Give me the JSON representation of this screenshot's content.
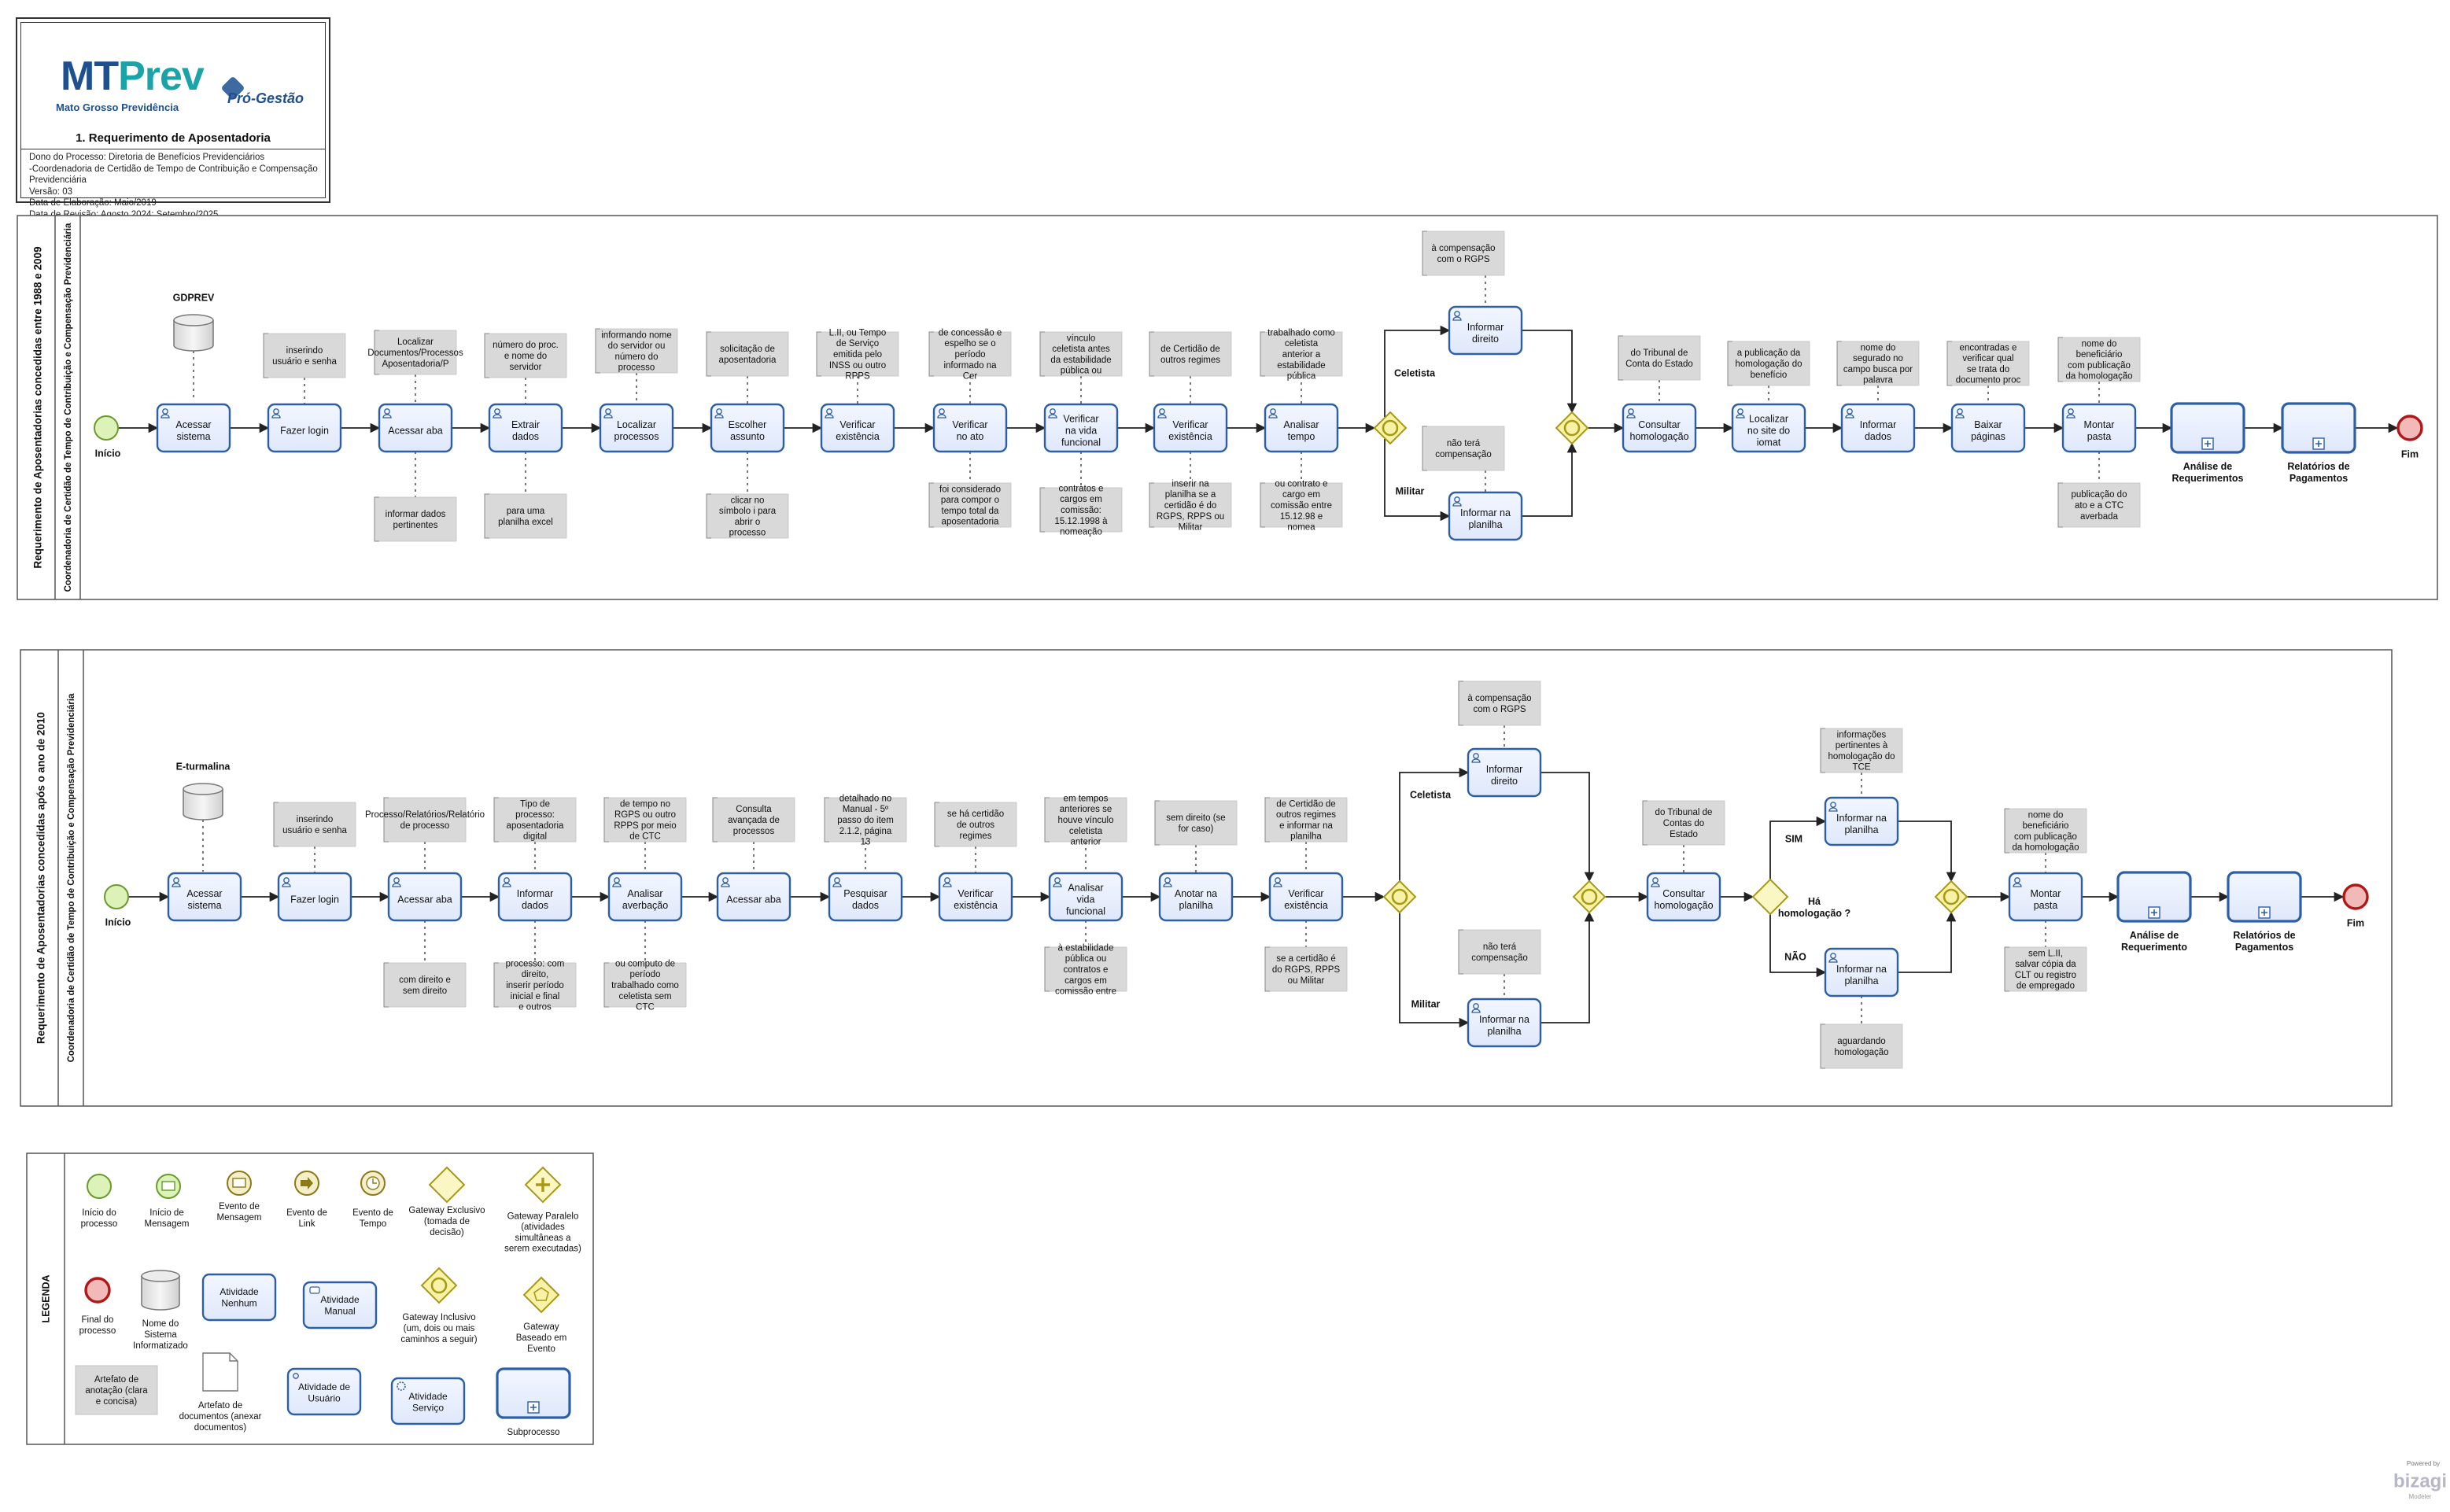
{
  "header": {
    "logo_main": "MT",
    "logo_accent": "Prev",
    "logo_sub": "Mato Grosso Previdência",
    "logo_partner": "Pró-Gestão",
    "title": "1. Requerimento de Aposentadoria",
    "info": [
      "Dono do Processo: Diretoria de Benefícios Previdenciários",
      "-Coordenadoria de Certidão de Tempo de Contribuição e Compensação",
      "Previdenciária",
      "Versão: 03",
      "Data de Elaboração: Maio/2019",
      "Data de Revisão: Agosto 2024; Setembro/2025"
    ]
  },
  "pool1": {
    "title": "Requerimento de Aposentadorias concedidas entre 1988 e 2009",
    "lane": "Coordenadoria de Certidão de Tempo de Contribuição e Compensação Previdenciária",
    "system": "GDPREV",
    "start": "Início",
    "end": "Fim",
    "tasks": [
      "Acessar sistema",
      "Fazer login",
      "Acessar aba",
      "Extrair dados",
      "Localizar processos",
      "Escolher assunto",
      "Verificar existência",
      "Verificar no ato",
      "Verificar na vida funcional",
      "Verificar existência",
      "Analisar tempo",
      "Informar direito",
      "Informar na planilha",
      "Consultar homologação",
      "Localizar no site do iomat",
      "Informar dados",
      "Baixar páginas",
      "Montar pasta"
    ],
    "subprocesses": [
      "Análise de Requerimentos",
      "Relatórios de Pagamentos"
    ],
    "gateway_labels": [
      "Celetista",
      "Militar"
    ],
    "notes_top": [
      "inserindo usuário e senha",
      "Localizar Documentos/Processos Aposentadoria/P",
      "número do proc. e nome do servidor",
      "informando nome do servidor ou número do processo",
      "solicitação de aposentadoria",
      "L.II, ou Tempo de Serviço emitida pelo INSS ou outro RPPS",
      "de concessão e espelho se o período informado na Cer",
      "vínculo celetista antes da estabilidade pública ou",
      "de Certidão de outros regimes",
      "trabalhado como celetista anterior a estabilidade pública",
      "à compensação com o RGPS",
      "não terá compensação",
      "do Tribunal de Conta do Estado",
      "a publicação da homologação do benefício",
      "nome do segurado no campo busca por palavra",
      "encontradas e verificar qual se trata do documento proc",
      "nome do beneficiário com publicação da homologação"
    ],
    "notes_bottom": [
      "informar dados pertinentes",
      "para uma planilha excel",
      "clicar no símbolo i para abrir o processo",
      "foi considerado para compor o tempo total da aposentadoria",
      "contratos e cargos em comissão: 15.12.1998 à nomeação",
      "inserir na planilha se a certidão é do RGPS, RPPS ou Militar",
      "ou contrato e cargo em comissão entre 15.12.98 e nomea",
      "publicação do ato e a CTC averbada"
    ]
  },
  "pool2": {
    "title": "Requerimento de Aposentadorias concedidas após o ano de 2010",
    "lane": "Coordenadoria de Certidão de Tempo de Contribuição e Compensação Previdenciária",
    "system": "E-turmalina",
    "start": "Início",
    "end": "Fim",
    "tasks": [
      "Acessar sistema",
      "Fazer login",
      "Acessar aba",
      "Informar dados",
      "Analisar averbação",
      "Acessar aba",
      "Pesquisar dados",
      "Verificar existência",
      "Analisar vida funcional",
      "Anotar na planilha",
      "Verificar existência",
      "Informar direito",
      "Informar na planilha",
      "Consultar homologação",
      "Informar na planilha",
      "Informar na planilha",
      "Montar pasta"
    ],
    "subprocesses": [
      "Análise de Requerimento",
      "Relatórios de Pagamentos"
    ],
    "gateway_labels": [
      "Celetista",
      "Militar",
      "Há homologação ?",
      "SIM",
      "NÃO"
    ],
    "notes_top": [
      "inserindo usuário e senha",
      "Processo/Relatórios/Relatório de processo",
      "Tipo de processo: aposentadoria digital",
      "de tempo no RGPS ou outro RPPS por meio de CTC",
      "Consulta avançada de processos",
      "detalhado no Manual - 5º passo do item 2.1.2, página 13",
      "se há certidão de outros regimes",
      "em tempos anteriores se houve vínculo celetista anterior",
      "sem direito (se for caso)",
      "de Certidão de outros regimes e informar na planilha",
      "à compensação com o RGPS",
      "não terá compensação",
      "do Tribunal de Contas do Estado",
      "informações pertinentes à homologação do TCE",
      "nome do beneficiário com publicação da homologação"
    ],
    "notes_bottom": [
      "com direito e sem direito",
      "processo: com direito, inserir período inicial e final e outros",
      "ou computo de período trabalhado como celetista sem CTC",
      "à estabilidade pública ou contratos e cargos em comissão entre",
      "se a certidão é do RGPS, RPPS ou Militar",
      "aguardando homologação",
      "sem L.II, salvar cópia da CLT ou registro de empregado"
    ]
  },
  "legend": {
    "title": "LEGENDA",
    "items": [
      "Início do processo",
      "Início de Mensagem",
      "Evento de Mensagem",
      "Evento de Link",
      "Evento de Tempo",
      "Gateway Exclusivo (tomada de decisão)",
      "Gateway Paralelo (atividades simultâneas a serem executadas)",
      "Final do processo",
      "Nome do Sistema Informatizado",
      "Atividade Nenhum",
      "Atividade Manual",
      "Gateway Inclusivo (um, dois ou mais caminhos a seguir)",
      "Gateway Baseado em Evento",
      "Artefato de anotação (clara e concisa)",
      "Artefato de documentos (anexar documentos)",
      "Atividade de Usuário",
      "Atividade Serviço",
      "Subprocesso"
    ]
  },
  "footer": {
    "powered": "Powered by",
    "brand": "bizagi",
    "product": "Modeler"
  }
}
